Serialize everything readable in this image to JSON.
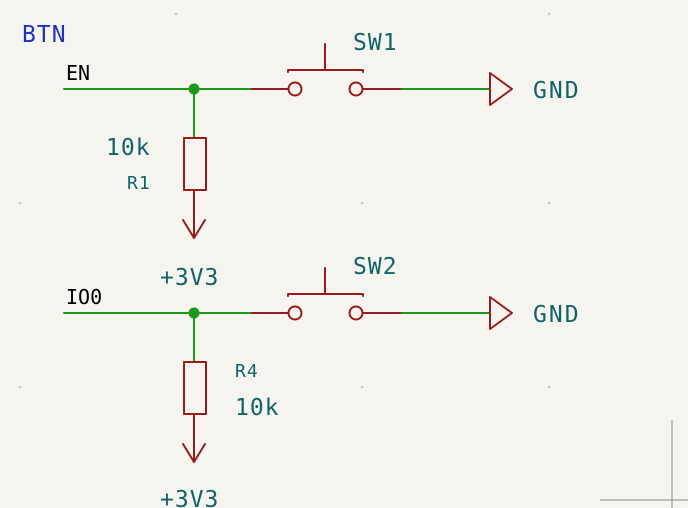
{
  "sheet_label": "BTN",
  "nets": {
    "en": "EN",
    "io0": "IO0"
  },
  "switches": [
    {
      "ref": "SW1"
    },
    {
      "ref": "SW2"
    }
  ],
  "resistors": [
    {
      "ref": "R1",
      "value": "10k"
    },
    {
      "ref": "R4",
      "value": "10k"
    }
  ],
  "power": {
    "gnd_top": "GND",
    "gnd_bottom": "GND",
    "vcc_top": "+3V3",
    "vcc_bottom": "+3V3"
  },
  "colors": {
    "wire": "#1a9a1a",
    "symbol": "#9a1b1b",
    "text": "#0f6468",
    "label": "#2030b8",
    "background": "#f5f4ef"
  }
}
